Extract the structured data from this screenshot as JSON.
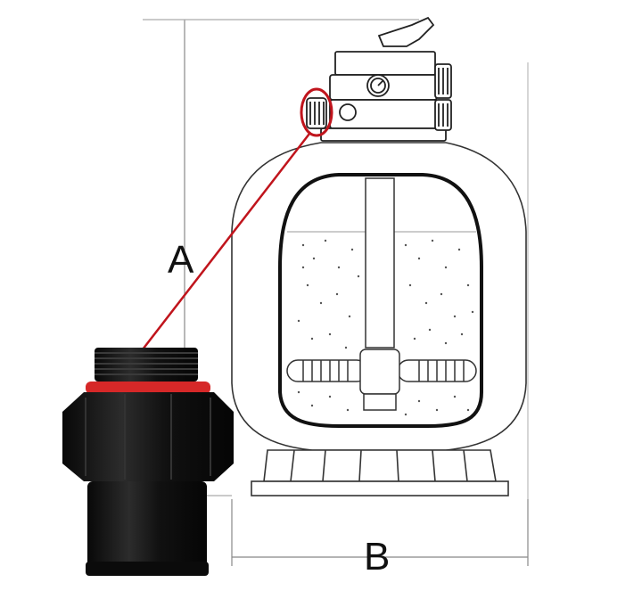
{
  "dimension_labels": {
    "height": "A",
    "width": "B"
  },
  "colors": {
    "callout": "#c0141c",
    "outline": "#222222",
    "fitting_body": "#1a1a1a",
    "fitting_ring": "#d62828",
    "background": "#ffffff"
  },
  "icons": {
    "callout_marker": "red-circle-highlight",
    "detail_part": "union-fitting-photo"
  }
}
